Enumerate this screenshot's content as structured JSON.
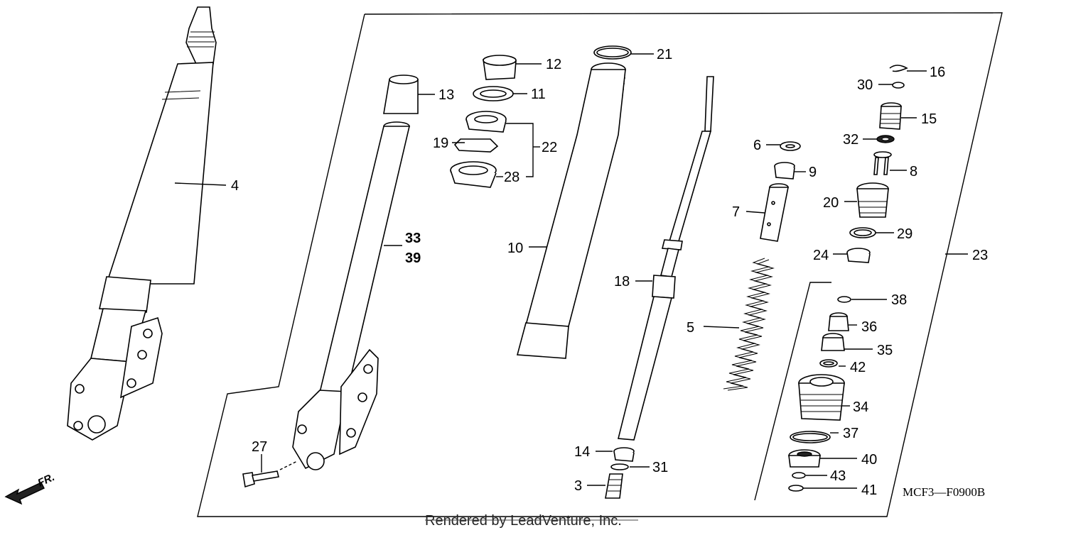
{
  "diagram": {
    "code": "MCF3—F0900B",
    "watermark": "Rendered by LeadVenture, Inc.",
    "direction_label": "FR.",
    "callouts": [
      {
        "id": "c4",
        "text": "4"
      },
      {
        "id": "c13",
        "text": "13"
      },
      {
        "id": "c12",
        "text": "12"
      },
      {
        "id": "c11",
        "text": "11"
      },
      {
        "id": "c22",
        "text": "22"
      },
      {
        "id": "c19",
        "text": "19"
      },
      {
        "id": "c28",
        "text": "28"
      },
      {
        "id": "c33",
        "text": "33"
      },
      {
        "id": "c39",
        "text": "39"
      },
      {
        "id": "c21",
        "text": "21"
      },
      {
        "id": "c10",
        "text": "10"
      },
      {
        "id": "c18",
        "text": "18"
      },
      {
        "id": "c6",
        "text": "6"
      },
      {
        "id": "c9",
        "text": "9"
      },
      {
        "id": "c7",
        "text": "7"
      },
      {
        "id": "c5",
        "text": "5"
      },
      {
        "id": "c16",
        "text": "16"
      },
      {
        "id": "c30",
        "text": "30"
      },
      {
        "id": "c15",
        "text": "15"
      },
      {
        "id": "c32",
        "text": "32"
      },
      {
        "id": "c8",
        "text": "8"
      },
      {
        "id": "c20",
        "text": "20"
      },
      {
        "id": "c29",
        "text": "29"
      },
      {
        "id": "c24",
        "text": "24"
      },
      {
        "id": "c23",
        "text": "23"
      },
      {
        "id": "c38",
        "text": "38"
      },
      {
        "id": "c36",
        "text": "36"
      },
      {
        "id": "c35",
        "text": "35"
      },
      {
        "id": "c42",
        "text": "42"
      },
      {
        "id": "c34",
        "text": "34"
      },
      {
        "id": "c37",
        "text": "37"
      },
      {
        "id": "c40",
        "text": "40"
      },
      {
        "id": "c43",
        "text": "43"
      },
      {
        "id": "c41",
        "text": "41"
      },
      {
        "id": "c27",
        "text": "27"
      },
      {
        "id": "c14",
        "text": "14"
      },
      {
        "id": "c31",
        "text": "31"
      },
      {
        "id": "c3",
        "text": "3"
      }
    ]
  }
}
